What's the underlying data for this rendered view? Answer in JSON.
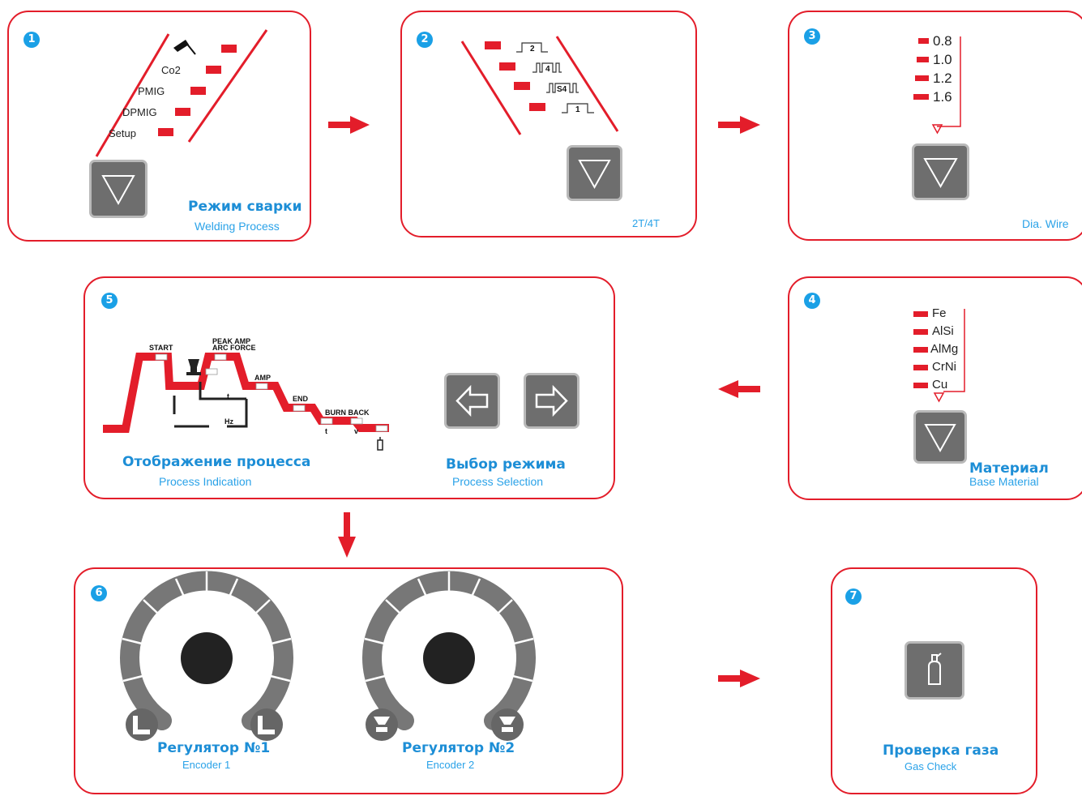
{
  "steps": [
    {
      "num": "1",
      "title_ru": "Режим сварки",
      "title_en": "Welding Process",
      "options": [
        "Co2",
        "PMIG",
        "DPMIG",
        "Setup"
      ]
    },
    {
      "num": "2",
      "title_en": "2T/4T",
      "modes": [
        "2",
        "4",
        "S4",
        "1"
      ]
    },
    {
      "num": "3",
      "title_en": "Dia. Wire",
      "options": [
        "0.8",
        "1.0",
        "1.2",
        "1.6"
      ]
    },
    {
      "num": "4",
      "title_ru": "Материал",
      "title_en": "Base Material",
      "options": [
        "Fe",
        "AlSi",
        "AlMg",
        "CrNi",
        "Cu"
      ]
    },
    {
      "num": "5",
      "left_title_ru": "Отображение процесса",
      "left_title_en": "Process Indication",
      "right_title_ru": "Выбор режима",
      "right_title_en": "Process Selection",
      "diagram_labels": {
        "start": "START",
        "peak1": "PEAK AMP",
        "peak2": "ARC FORCE",
        "amp": "AMP",
        "end": "END",
        "burn": "BURN BACK",
        "t1": "t",
        "hz": "Hz",
        "t2": "t",
        "v": "v"
      }
    },
    {
      "num": "6",
      "enc1_ru": "Регулятор №1",
      "enc1_en": "Encoder 1",
      "enc2_ru": "Регулятор №2",
      "enc2_en": "Encoder 2"
    },
    {
      "num": "7",
      "title_ru": "Проверка газа",
      "title_en": "Gas Check"
    }
  ],
  "colors": {
    "accent": "#e31d2a",
    "blue": "#1aa0e6",
    "button": "#6e6e6e",
    "knob": "#777777"
  }
}
